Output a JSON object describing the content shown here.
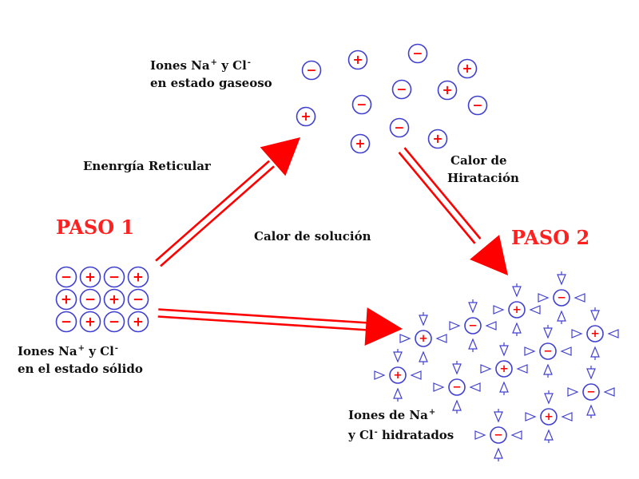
{
  "labels": {
    "gas_line1_a": "Iones Na",
    "gas_line1_sup1": "+",
    "gas_line1_b": " y Cl",
    "gas_line1_sup2": "-",
    "gas_line2": "en estado gaseoso",
    "solid_line1_a": "Iones Na",
    "solid_line1_sup1": "+",
    "solid_line1_b": " y Cl",
    "solid_line1_sup2": "-",
    "solid_line2": "en el estado sólido",
    "hyd_line1_a": "Iones de Na",
    "hyd_line1_sup1": "+",
    "hyd_line2_a": "y Cl",
    "hyd_line2_sup1": "-",
    "hyd_line2_b": " hidratados",
    "lattice_energy": "Enenrgía Reticular",
    "hydration_heat_line1": "Calor de",
    "hydration_heat_line2": "Hiratación",
    "solution_heat": "Calor de solución",
    "step1": "PASO 1",
    "step2": "PASO 2"
  },
  "ion_symbols": {
    "cation": "+",
    "anion": "−"
  },
  "colors": {
    "arrow": "#ff0000",
    "ion_ring": "#4040d0",
    "ion_sign": "#ff0000",
    "step_text": "#ff2020",
    "label_text": "#111111"
  }
}
